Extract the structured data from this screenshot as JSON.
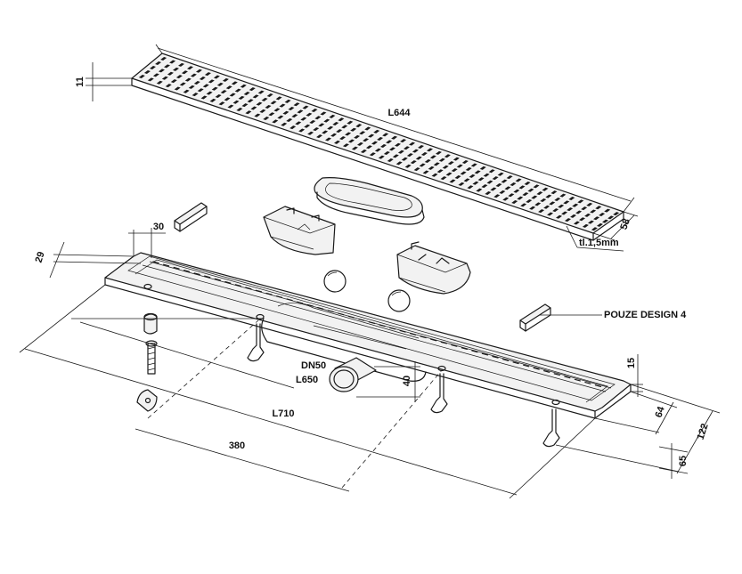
{
  "dimensions": {
    "grate_height": "11",
    "grate_length": "L644",
    "grate_width": "58",
    "grate_thickness": "tl.1,5mm",
    "channel_flange_width": "30",
    "channel_flange_offset": "29",
    "channel_length": "L710",
    "half_length": "380",
    "body_length": "L650",
    "outlet_diameter": "DN50",
    "outlet_height": "40",
    "flange_height": "15",
    "channel_width": "64",
    "overall_width": "122",
    "foot_height": "65"
  },
  "notes": {
    "design_note": "POUZE DESIGN 4"
  },
  "colors": {
    "line": "#1a1a1a",
    "background": "#ffffff"
  }
}
